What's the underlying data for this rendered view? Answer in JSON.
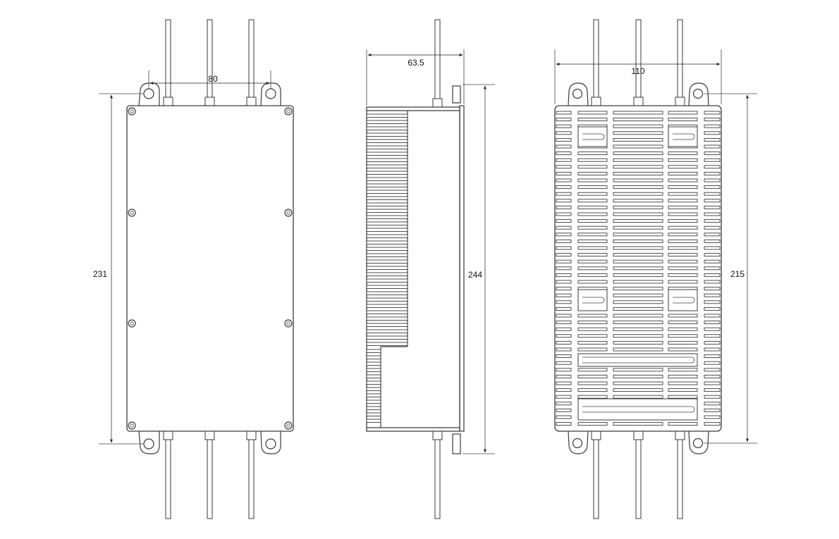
{
  "drawing": {
    "line_color": "#3a3a3a",
    "background": "#ffffff"
  },
  "views": {
    "front": {
      "width_dim": "80",
      "height_dim": "231"
    },
    "side": {
      "depth_dim": "63.5",
      "height_dim": "244"
    },
    "back": {
      "width_dim": "110",
      "height_dim": "215"
    }
  }
}
